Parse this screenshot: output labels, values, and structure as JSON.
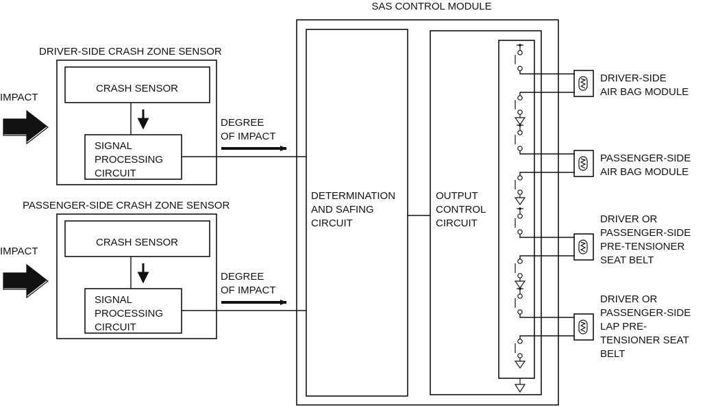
{
  "title": "SAS CONTROL MODULE",
  "sensors": [
    {
      "title": "DRIVER-SIDE CRASH ZONE SENSOR",
      "input_label": "IMPACT",
      "crash_sensor": "CRASH SENSOR",
      "signal_lines": [
        "SIGNAL",
        "PROCESSING",
        "CIRCUIT"
      ],
      "output_lines": [
        "DEGREE",
        "OF IMPACT"
      ]
    },
    {
      "title": "PASSENGER-SIDE CRASH ZONE SENSOR",
      "input_label": "IMPACT",
      "crash_sensor": "CRASH SENSOR",
      "signal_lines": [
        "SIGNAL",
        "PROCESSING",
        "CIRCUIT"
      ],
      "output_lines": [
        "DEGREE",
        "OF IMPACT"
      ]
    }
  ],
  "determination": [
    "DETERMINATION",
    "AND SAFING",
    "CIRCUIT"
  ],
  "output_control": [
    "OUTPUT",
    "CONTROL",
    "CIRCUIT"
  ],
  "outputs": [
    {
      "lines": [
        "DRIVER-SIDE",
        "AIR BAG MODULE"
      ]
    },
    {
      "lines": [
        "PASSENGER-SIDE",
        "AIR BAG MODULE"
      ]
    },
    {
      "lines": [
        "DRIVER OR",
        "PASSENGER-SIDE",
        "PRE-TENSIONER",
        "SEAT BELT"
      ]
    },
    {
      "lines": [
        "DRIVER OR",
        "PASSENGER-SIDE",
        "LAP PRE-",
        "TENSIONER SEAT",
        "BELT"
      ]
    }
  ],
  "colors": {
    "ink": "#111111",
    "background": "#ffffff"
  }
}
